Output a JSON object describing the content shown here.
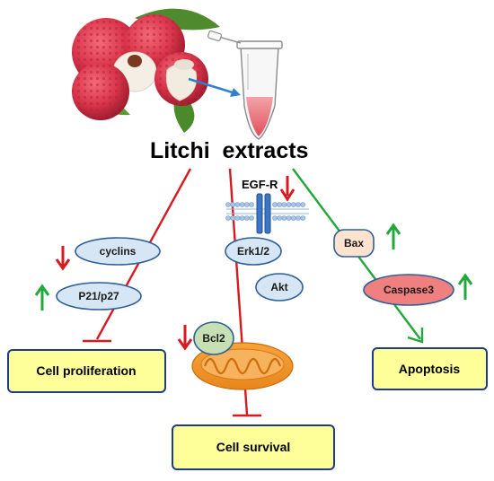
{
  "title": "Litchi  extracts",
  "receptor": {
    "label": "EGF-R"
  },
  "proteins": {
    "cyclins": "cyclins",
    "p21_p27": "P21/p27",
    "erk": "Erk1/2",
    "akt": "Akt",
    "bcl2": "Bcl2",
    "bax": "Bax",
    "caspase3": "Caspase3"
  },
  "outcomes": {
    "proliferation": "Cell proliferation",
    "survival": "Cell survival",
    "apoptosis": "Apoptosis"
  },
  "colors": {
    "inhibit": "#d71920",
    "activate": "#22a83a",
    "arrow_blue": "#2f7fcf",
    "node_blue": "#d6e6f4",
    "node_peach": "#fde3cf",
    "node_pink": "#f08080",
    "node_green": "#c6e0b4",
    "outcome_fill": "#ffff99",
    "outcome_border": "#1f3a8a"
  }
}
